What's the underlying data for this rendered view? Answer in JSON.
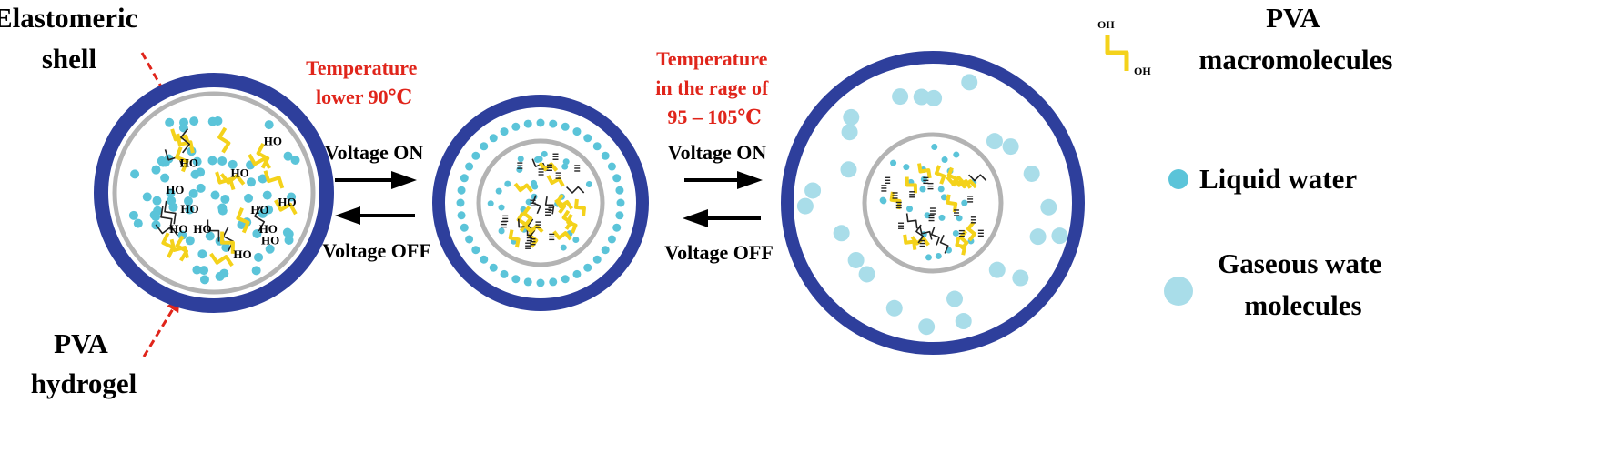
{
  "labels": {
    "elastomeric_shell": [
      "Elastomeric",
      "shell"
    ],
    "pva_hydrogel": [
      "PVA",
      "hydrogel"
    ],
    "temp_low": [
      "Temperature",
      "lower 90℃"
    ],
    "temp_range": [
      "Temperature",
      "in the rage of",
      "95 – 105℃"
    ],
    "voltage_on": "Voltage ON",
    "voltage_off": "Voltage OFF",
    "hydroxyl": "HO",
    "hydroxyl_alt": "OH"
  },
  "legend": {
    "pva": [
      "PVA",
      "macromolecules"
    ],
    "liquid": "Liquid water",
    "gaseous": [
      "Gaseous wate",
      "molecules"
    ]
  },
  "colors": {
    "shell": "#2e3f9c",
    "hydrogel_ring": "#b3b3b3",
    "liquid_water": "#5bc4d9",
    "gaseous_water": "#a9dde9",
    "pva_chain": "#f4d21b",
    "annotation": "#e0251b",
    "arrow": "#000000"
  },
  "icons": [
    "pva-chain-icon",
    "liquid-water-dot-icon",
    "gaseous-water-dot-icon",
    "reaction-arrow-icon",
    "pointer-arrow-icon"
  ]
}
